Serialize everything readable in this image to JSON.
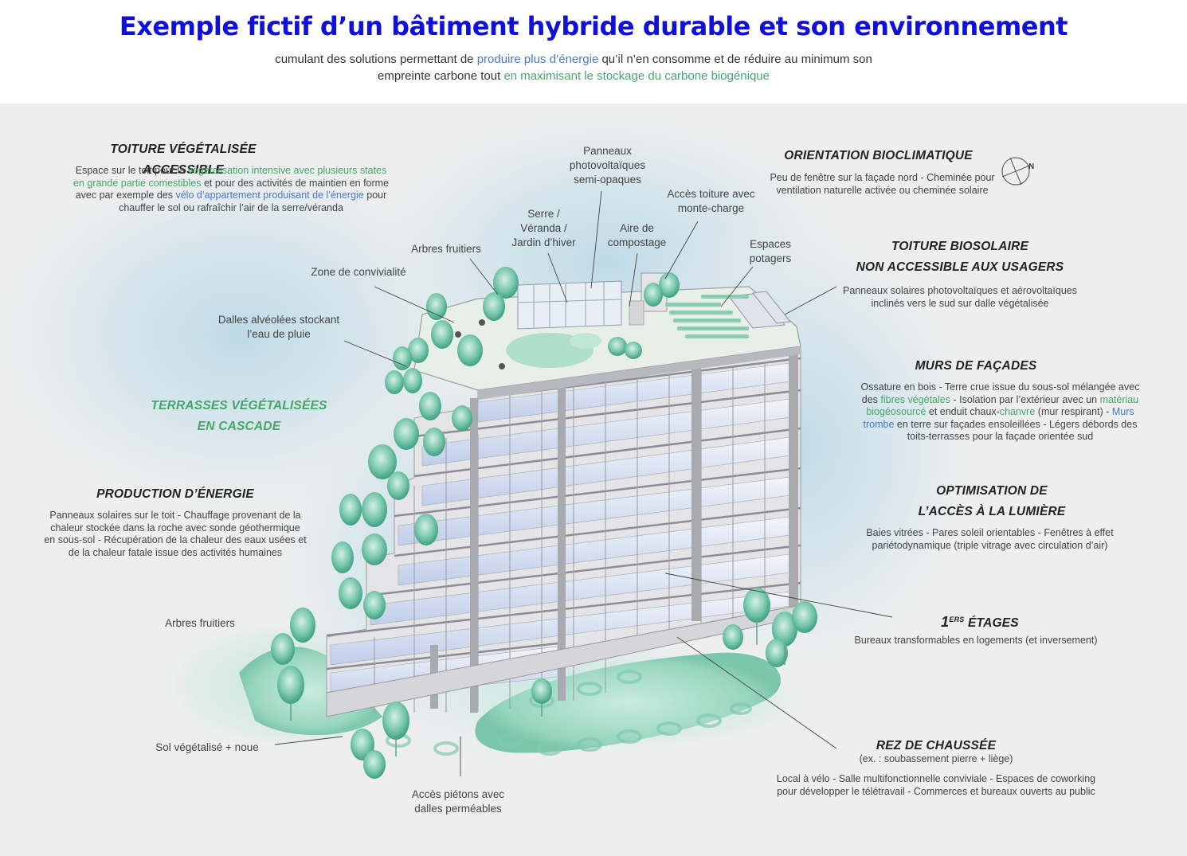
{
  "title": "Exemple fictif d’un bâtiment hybride durable et son environnement",
  "subtitle": {
    "part1": "cumulant des solutions permettant de ",
    "part2": "produire plus d’énergie",
    "part3": " qu’il n’en consomme et de réduire au minimum son empreinte carbone tout ",
    "part4": "en maximisant le stockage du carbone biogénique"
  },
  "colors": {
    "title": "#1010d8",
    "green": "#46a66a",
    "blue": "#4a78c8",
    "panel": "#eeeeee"
  },
  "compass": {
    "label": "N"
  },
  "toiture_vegetalisee": {
    "heading": "TOITURE VÉGÉTALISÉE ACCESSIBLE",
    "t1": "Espace sur le toit pour la ",
    "t2": "végétalisation intensive avec plusieurs states en grande partie comestibles",
    "t3": " et pour des activités de maintien en forme avec par exemple des ",
    "t4": "vélo d’appartement produisant de l’énergie",
    "t5": " pour chauffer le sol  ou rafraîchir l’air de la serre/véranda"
  },
  "orientation": {
    "heading": "ORIENTATION BIOCLIMATIQUE",
    "text": "Peu de fenêtre sur la façade nord - Cheminée pour ventilation naturelle activée ou cheminée solaire"
  },
  "toiture_biosolaire": {
    "heading_line1": "TOITURE BIOSOLAIRE",
    "heading_line2": "NON ACCESSIBLE AUX USAGERS",
    "text": "Panneaux solaires photovoltaïques et aérovoltaïques inclinés vers le sud sur dalle végétalisée"
  },
  "murs": {
    "heading": "MURS DE FAÇADES",
    "t1": "Ossature en bois - Terre crue issue du sous-sol mélangée avec des ",
    "t2": "fibres végétales",
    "t3": " - Isolation par l’extérieur avec un ",
    "t4": "matériau biogéosourcé",
    "t5": " et enduit chaux-",
    "t6": "chanvre",
    "t7": " (mur respirant) - ",
    "t8": "Murs trombe",
    "t9": " en terre sur façades ensoleillées - Légers débords des toits-terrasses pour la façade orientée sud"
  },
  "lumiere": {
    "heading_line1": "OPTIMISATION DE",
    "heading_line2": "L’ACCÈS À LA LUMIÈRE",
    "text": "Baies vitrées - Pares soleil orientables - Fenêtres à effet pariétodynamique (triple vitrage avec circulation d’air)"
  },
  "etages": {
    "heading_num": "1",
    "heading_sup": "ERS",
    "heading_rest": "ÉTAGES",
    "text": "Bureaux transformables en logements (et inversement)"
  },
  "rez": {
    "heading": "REZ DE CHAUSSÉE",
    "subheading": "(ex. : soubassement pierre + liège)",
    "text": "Local à vélo - Salle multifonctionnelle conviviale - Espaces de coworking pour développer le télétravail - Commerces et bureaux ouverts au public"
  },
  "terrasses": {
    "heading_line1": "TERRASSES VÉGÉTALISÉES",
    "heading_line2": "EN CASCADE"
  },
  "production": {
    "heading": "PRODUCTION D’ÉNERGIE",
    "text": "Panneaux solaires sur le toit - Chauffage provenant de la chaleur stockée dans la roche avec sonde géothermique en sous-sol - Récupération de la chaleur des eaux usées et de la chaleur fatale issue des activités humaines"
  },
  "labels": {
    "panneaux": "Panneaux photovoltaïques semi-opaques",
    "acces_toiture": "Accès toiture avec monte-charge",
    "serre": "Serre / Véranda / Jardin d’hiver",
    "aire": "Aire de compostage",
    "espaces": "Espaces potagers",
    "arbres_haut": "Arbres fruitiers",
    "zone": "Zone de convivialité",
    "dalles": "Dalles alvéolées stockant l’eau de pluie",
    "arbres_bas": "Arbres fruitiers",
    "sol": "Sol végétalisé + noue",
    "acces_pietons": "Accès piétons avec dalles perméables"
  }
}
